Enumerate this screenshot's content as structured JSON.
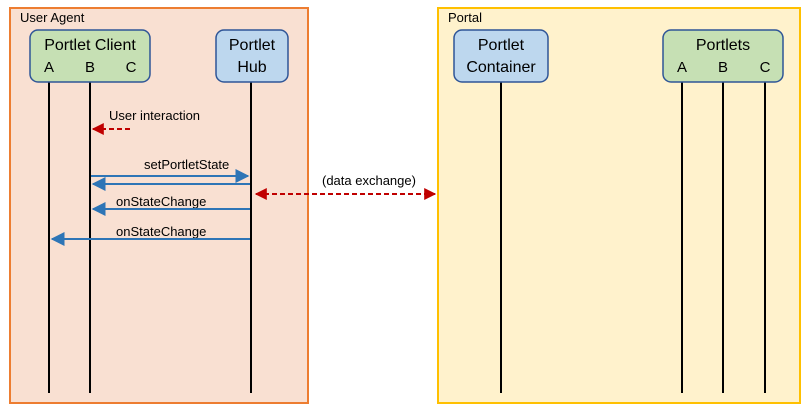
{
  "regions": {
    "user_agent": {
      "label": "User Agent",
      "fill": "#F9E0D2",
      "stroke": "#ED7D31"
    },
    "portal": {
      "label": "Portal",
      "fill": "#FFF2CC",
      "stroke": "#FFC000"
    }
  },
  "participants": {
    "portlet_client": {
      "title": "Portlet Client",
      "sub_a": "A",
      "sub_b": "B",
      "sub_c": "C",
      "fill": "#C6E0B4",
      "stroke": "#2F5597"
    },
    "portlet_hub": {
      "line1": "Portlet",
      "line2": "Hub",
      "fill": "#BDD7EE",
      "stroke": "#2F5597"
    },
    "portlet_container": {
      "line1": "Portlet",
      "line2": "Container",
      "fill": "#BDD7EE",
      "stroke": "#2F5597"
    },
    "portlets": {
      "title": "Portlets",
      "sub_a": "A",
      "sub_b": "B",
      "sub_c": "C",
      "fill": "#C6E0B4",
      "stroke": "#2F5597"
    }
  },
  "messages": {
    "user_interaction": "User interaction",
    "set_portlet_state": "setPortletState",
    "on_state_change_1": "onStateChange",
    "on_state_change_2": "onStateChange",
    "data_exchange": "(data exchange)"
  },
  "colors": {
    "blue_arrow": "#2E75B6",
    "red_arrow": "#C00000",
    "lifeline": "#000000"
  }
}
